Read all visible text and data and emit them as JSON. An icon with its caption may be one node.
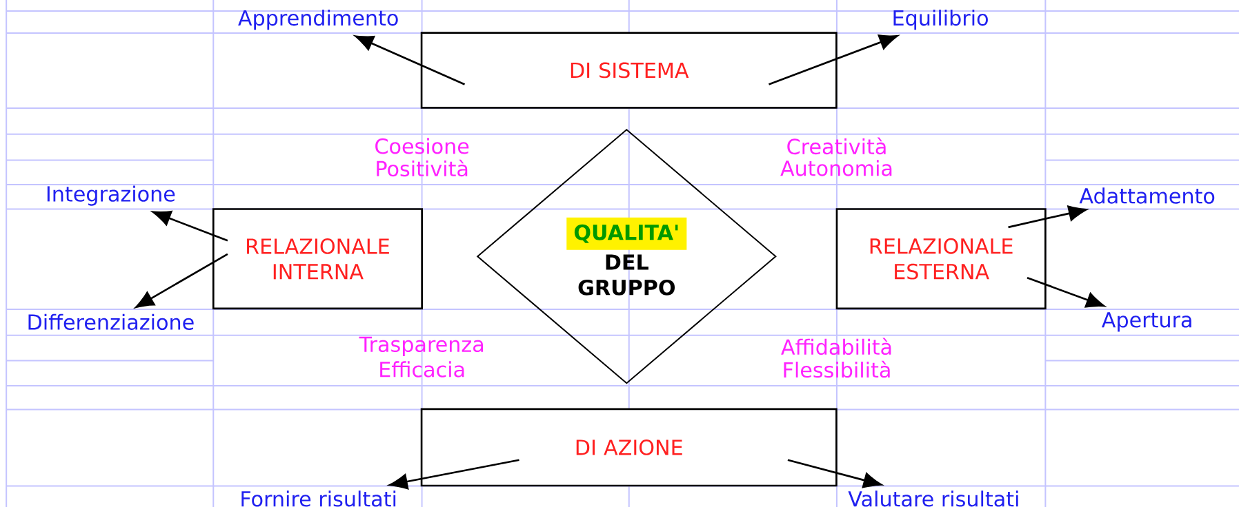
{
  "diagram": {
    "nodes": [
      {
        "text": [
          "DI SISTEMA"
        ]
      },
      {
        "text": [
          "Apprendimento"
        ]
      },
      {
        "text": [
          "Equilibrio"
        ]
      },
      {
        "text": [
          "QUALITA'",
          "DEL GRUPPO"
        ]
      },
      {
        "text": [
          "RELAZIONALE INTERNA"
        ]
      },
      {
        "text": [
          "Integrazione"
        ]
      },
      {
        "text": [
          "Differenziazione"
        ]
      },
      {
        "text": [
          "RELAZIONALE ESTERNA"
        ]
      },
      {
        "text": [
          "Adattamento"
        ]
      },
      {
        "text": [
          "Apertura"
        ]
      },
      {
        "text": [
          "DI AZIONE"
        ]
      },
      {
        "text": [
          "Fornire risultati"
        ]
      },
      {
        "text": [
          "Valutare risultati"
        ]
      }
    ],
    "edges": [
      {
        "from": 0,
        "to": 1,
        "arrow": "to"
      },
      {
        "from": 0,
        "to": 2,
        "arrow": "to"
      },
      {
        "from": 4,
        "to": 5,
        "arrow": "to"
      },
      {
        "from": 4,
        "to": 6,
        "arrow": "to"
      },
      {
        "from": 7,
        "to": 8,
        "arrow": "to"
      },
      {
        "from": 7,
        "to": 9,
        "arrow": "to"
      },
      {
        "from": 10,
        "to": 11,
        "arrow": "to"
      },
      {
        "from": 10,
        "to": 12,
        "arrow": "to"
      }
    ],
    "labels": [
      "Coesione",
      "Creatività",
      "Positività",
      "Autonomia",
      "Trasparenza",
      "Affidabilità",
      "Efficacia",
      "Flessibilità"
    ]
  }
}
